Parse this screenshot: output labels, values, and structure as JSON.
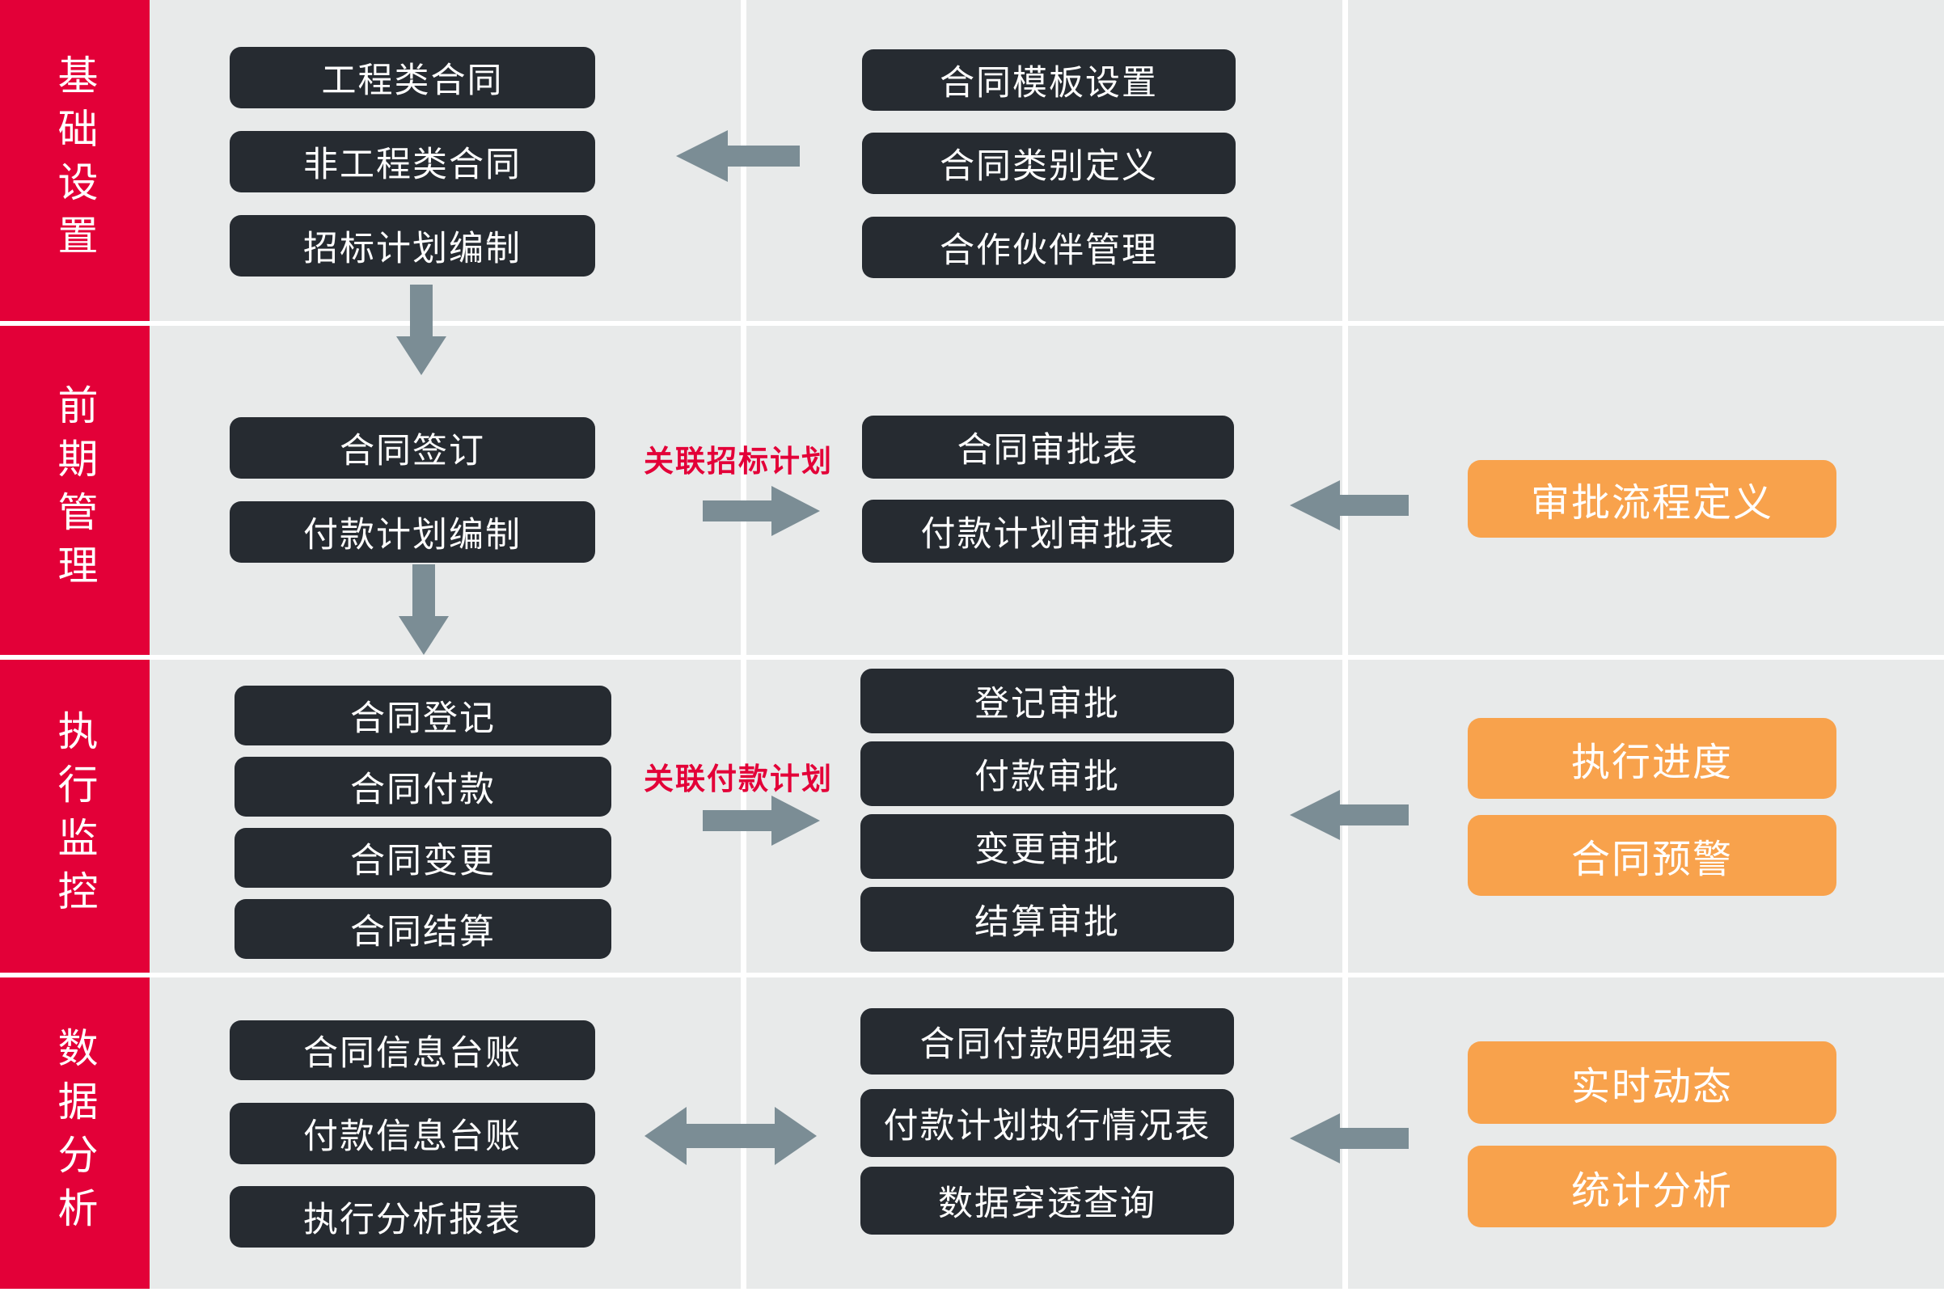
{
  "palette": {
    "background": "#e8eaea",
    "sidebar_red": "#e30038",
    "node_dark": "#262b31",
    "node_orange": "#f8a24c",
    "arrow_gray": "#7b8d95",
    "annotation_red": "#e30038",
    "text_white": "#ffffff",
    "divider_white": "#ffffff"
  },
  "rows": {
    "basic_setup": {
      "sidebar_label": "基础设置",
      "col1": [
        "工程类合同",
        "非工程类合同",
        "招标计划编制"
      ],
      "col2": [
        "合同模板设置",
        "合同类别定义",
        "合作伙伴管理"
      ]
    },
    "pre_management": {
      "sidebar_label": "前期管理",
      "col1": [
        "合同签订",
        "付款计划编制"
      ],
      "col2": [
        "合同审批表",
        "付款计划审批表"
      ],
      "col3": [
        "审批流程定义"
      ],
      "annotation": "关联招标计划"
    },
    "execution_monitoring": {
      "sidebar_label": "执行监控",
      "col1": [
        "合同登记",
        "合同付款",
        "合同变更",
        "合同结算"
      ],
      "col2": [
        "登记审批",
        "付款审批",
        "变更审批",
        "结算审批"
      ],
      "col3": [
        "执行进度",
        "合同预警"
      ],
      "annotation": "关联付款计划"
    },
    "data_analysis": {
      "sidebar_label": "数据分析",
      "col1": [
        "合同信息台账",
        "付款信息台账",
        "执行分析报表"
      ],
      "col2": [
        "合同付款明细表",
        "付款计划执行情况表",
        "数据穿透查询"
      ],
      "col3": [
        "实时动态",
        "统计分析"
      ]
    }
  }
}
